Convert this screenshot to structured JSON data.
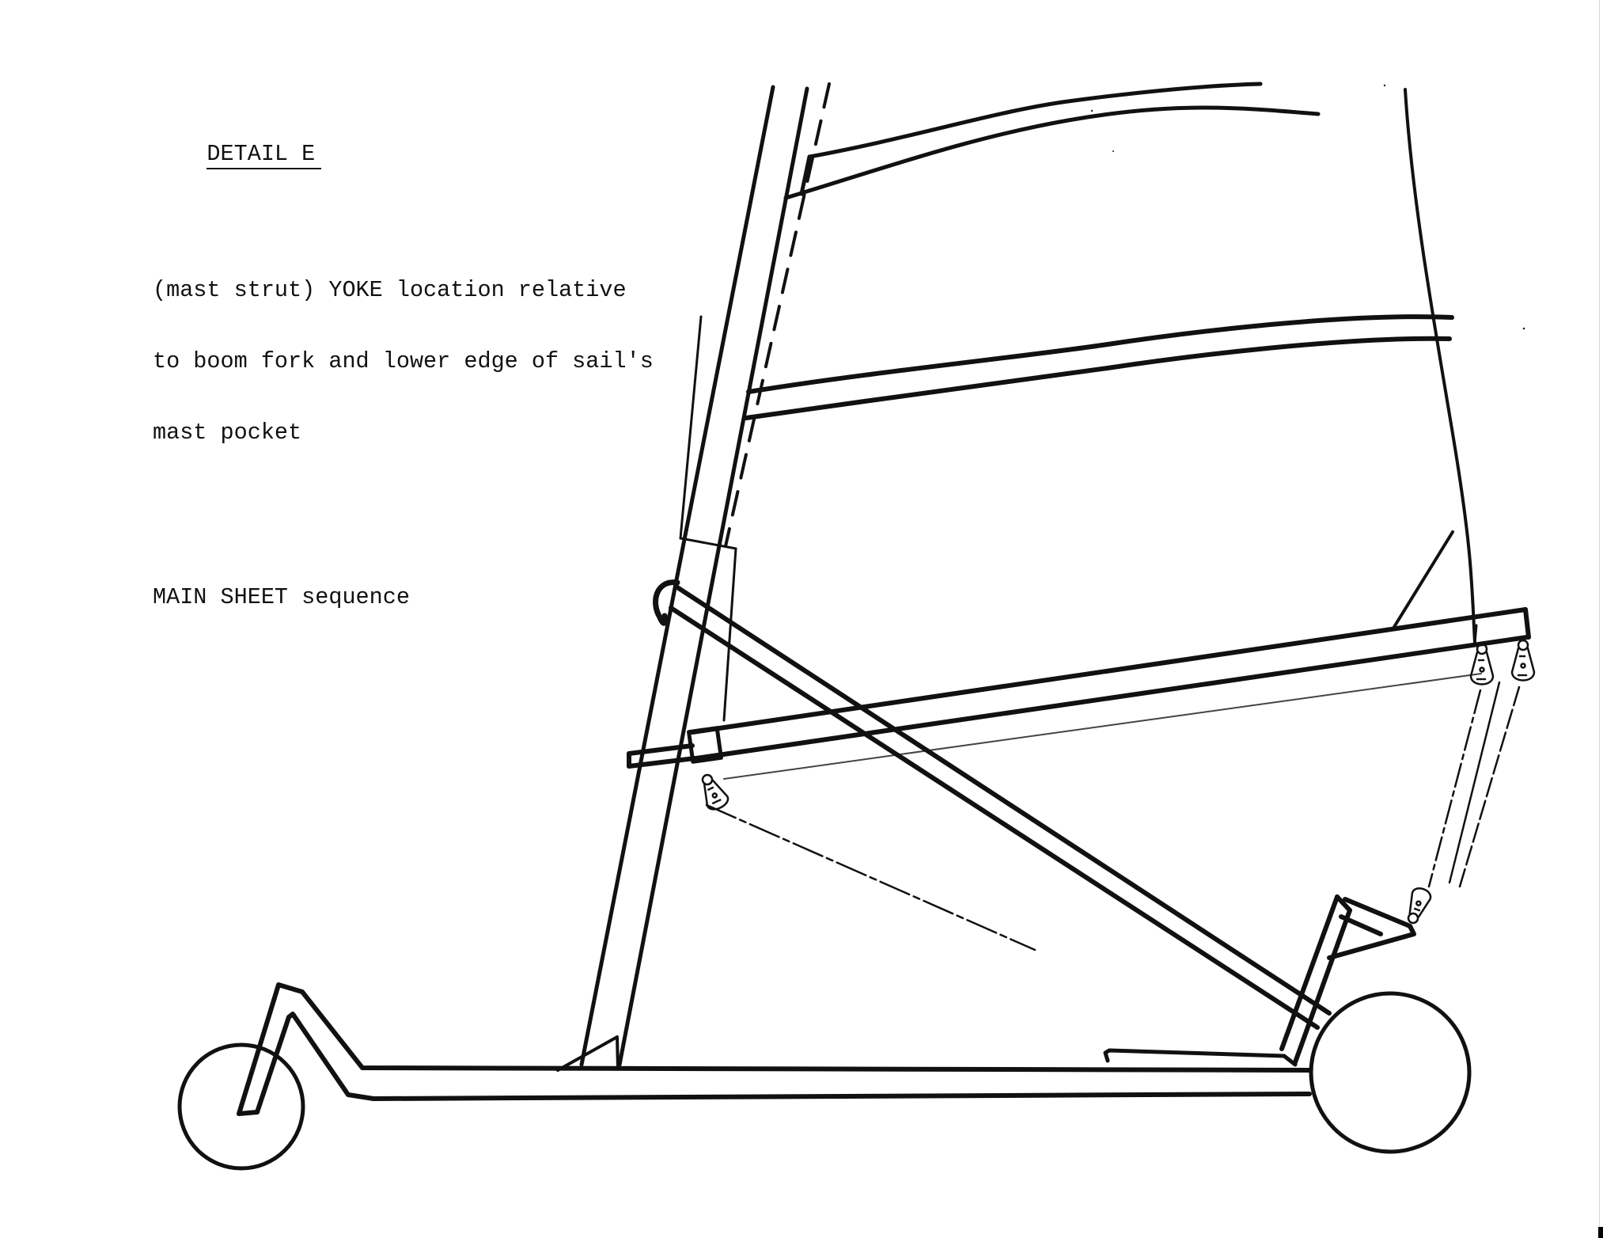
{
  "notes": {
    "title": "DETAIL E",
    "description_lines": [
      "(mast strut) YOKE location relative",
      "to boom fork and lower edge of sail's",
      "mast pocket"
    ],
    "sequence_label": "MAIN SHEET sequence"
  },
  "drawing": {
    "subject": "land sailer side elevation",
    "components": [
      "mast",
      "sail",
      "sail-batten-upper",
      "sail-batten-lower",
      "mast-pocket",
      "boom",
      "boom-fork",
      "mast-strut-yoke",
      "mast-strut",
      "main-sheet",
      "main-sheet-blocks",
      "main-sheet-bracket",
      "chassis-frame",
      "front-wheel",
      "front-fork",
      "rear-wheel",
      "seat-rail"
    ],
    "block_count": 4,
    "ink_color": "#111111",
    "paper_color": "#ffffff"
  }
}
